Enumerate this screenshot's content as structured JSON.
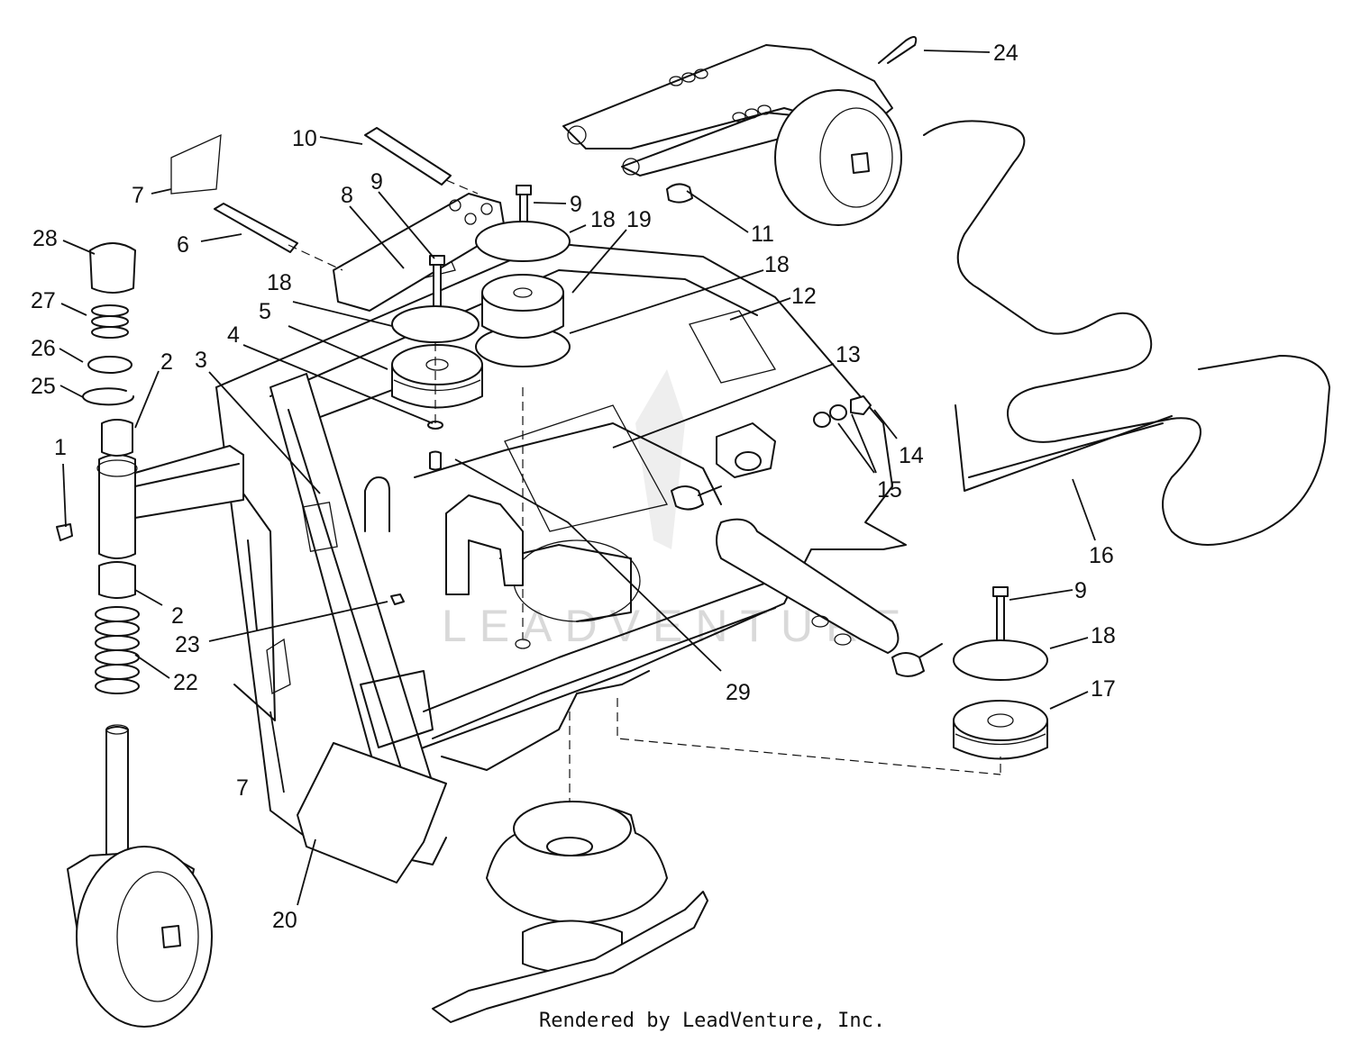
{
  "diagram": {
    "watermark": "LEADVENTURE",
    "credit": "Rendered by LeadVenture, Inc.",
    "callouts": {
      "c1": "1",
      "c2a": "2",
      "c2b": "2",
      "c3": "3",
      "c4": "4",
      "c5": "5",
      "c6": "6",
      "c7a": "7",
      "c7b": "7",
      "c8": "8",
      "c9a": "9",
      "c9b": "9",
      "c9c": "9",
      "c10": "10",
      "c11": "11",
      "c12": "12",
      "c13": "13",
      "c14": "14",
      "c15": "15",
      "c16": "16",
      "c17": "17",
      "c18a": "18",
      "c18b": "18",
      "c18c": "18",
      "c18d": "18",
      "c19": "19",
      "c20": "20",
      "c22": "22",
      "c23": "23",
      "c24": "24",
      "c25": "25",
      "c26": "26",
      "c27": "27",
      "c28": "28",
      "c29": "29"
    }
  }
}
